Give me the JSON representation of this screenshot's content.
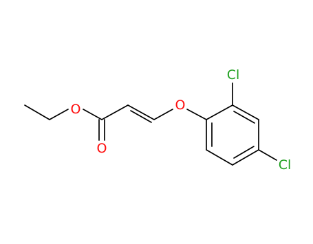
{
  "molecule": {
    "atom_labels": {
      "ester_oxygen": "O",
      "carbonyl_oxygen": "O",
      "ether_oxygen": "O",
      "chlorine_ortho": "Cl",
      "chlorine_para": "Cl"
    },
    "colors": {
      "bond": "#000000",
      "oxygen": "#ff0d0d",
      "chlorine": "#1fa01f",
      "background": "#ffffff"
    }
  }
}
